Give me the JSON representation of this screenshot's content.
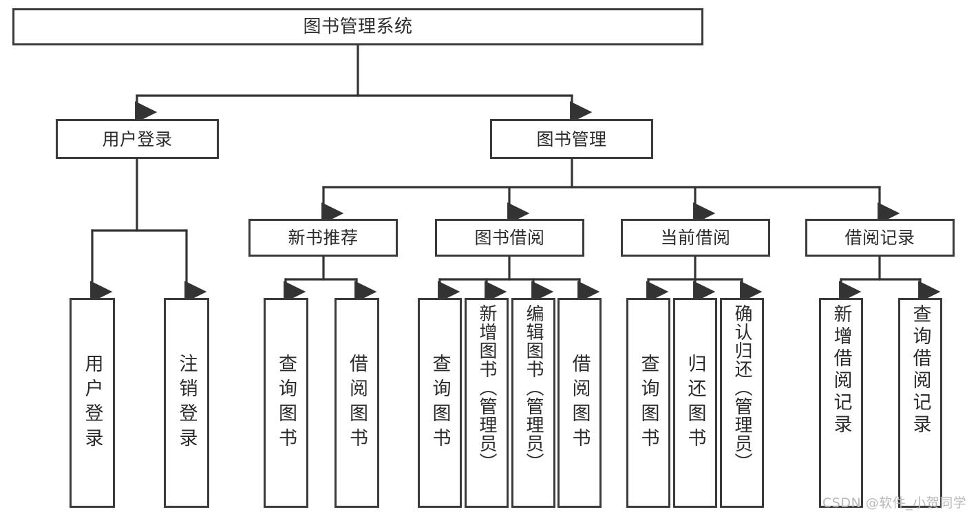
{
  "diagram": {
    "title": "图书管理系统",
    "watermark": "CSDN @软件_小贺同学",
    "colors": {
      "box_border": "#3a3a3a",
      "box_fill": "#ffffff",
      "connector": "#333333",
      "text": "#2b2b2b",
      "watermark": "#b9b9b9",
      "background": "#ffffff"
    },
    "nodes": {
      "root": {
        "label": "图书管理系统"
      },
      "level2": [
        {
          "label": "用户登录"
        },
        {
          "label": "图书管理"
        }
      ],
      "level3": [
        {
          "label": "新书推荐"
        },
        {
          "label": "图书借阅"
        },
        {
          "label": "当前借阅"
        },
        {
          "label": "借阅记录"
        }
      ],
      "leaves": {
        "user_login": [
          {
            "label": "用户登录"
          },
          {
            "label": "注销登录"
          }
        ],
        "new_book": [
          {
            "label": "查询图书"
          },
          {
            "label": "借阅图书"
          }
        ],
        "book_borrow": [
          {
            "label": "查询图书"
          },
          {
            "label": "新增图书（管理员）"
          },
          {
            "label": "编辑图书（管理员）"
          },
          {
            "label": "借阅图书"
          }
        ],
        "current_borrow": [
          {
            "label": "查询图书"
          },
          {
            "label": "归还图书"
          },
          {
            "label": "确认归还（管理员）"
          }
        ],
        "borrow_record": [
          {
            "label": "新增借阅记录"
          },
          {
            "label": "查询借阅记录"
          }
        ]
      }
    }
  }
}
